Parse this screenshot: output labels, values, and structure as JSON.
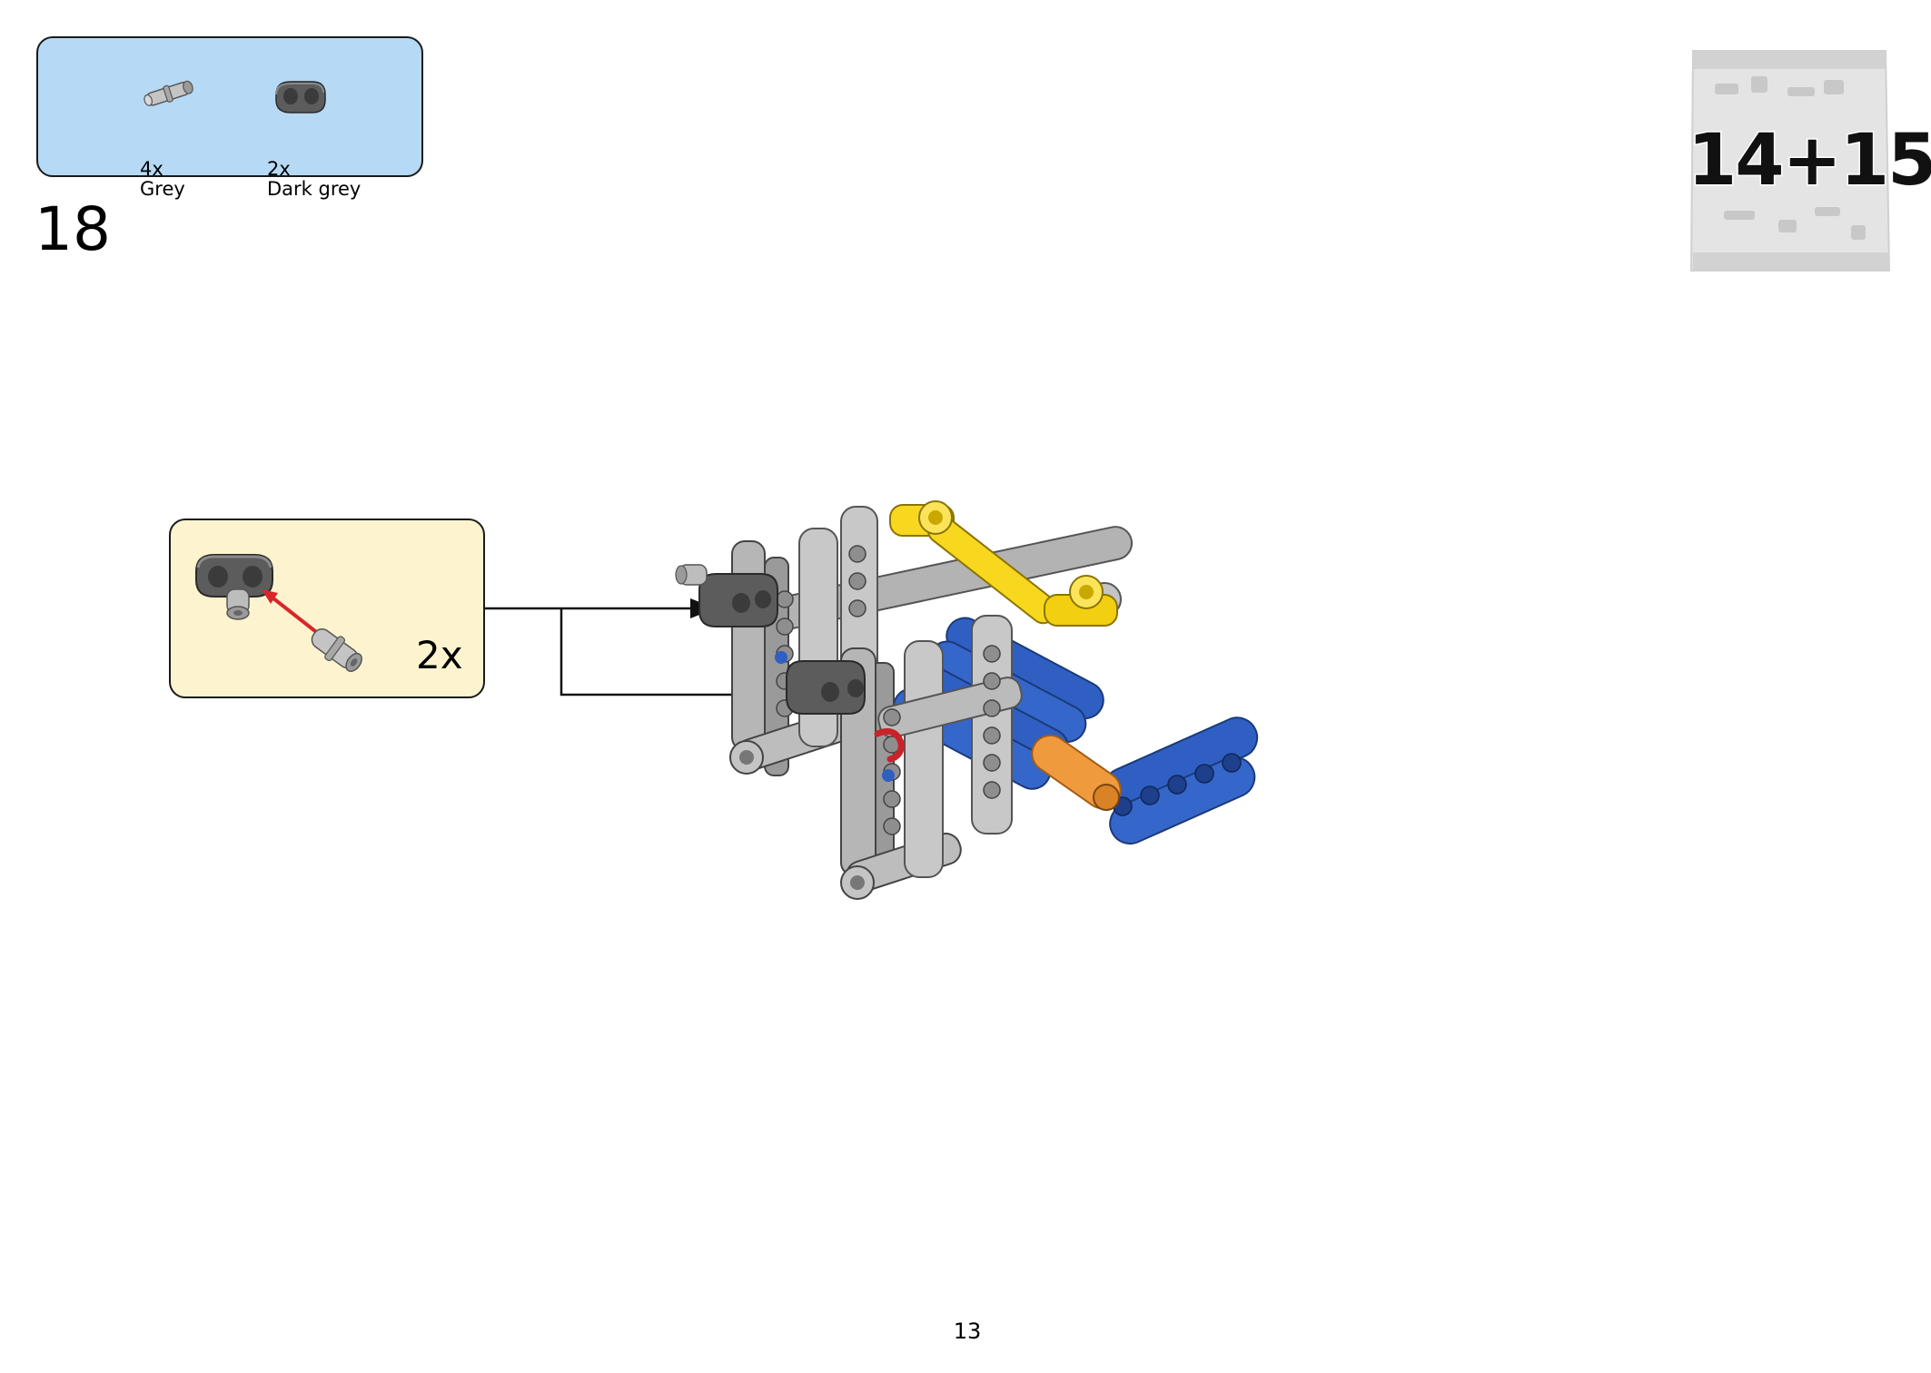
{
  "parts_list": {
    "items": [
      {
        "qty": "4x",
        "color": "Grey",
        "icon": "grey-pin-icon"
      },
      {
        "qty": "2x",
        "color": "Dark grey",
        "icon": "dark-grey-connector-icon"
      }
    ]
  },
  "step": {
    "number": "18"
  },
  "bag": {
    "label": "14+15"
  },
  "callout": {
    "count": "2x"
  },
  "page": {
    "number": "13"
  },
  "colors": {
    "parts_background": "#b6d9f5",
    "callout_background": "#fdf4cf",
    "grey": "#a3a3a3",
    "dark_grey": "#5a5a5a",
    "yellow": "#f7d81e",
    "blue": "#2f5fc2",
    "orange": "#f09a3e",
    "red": "#c8232a",
    "arrow_red": "#d9262b"
  }
}
